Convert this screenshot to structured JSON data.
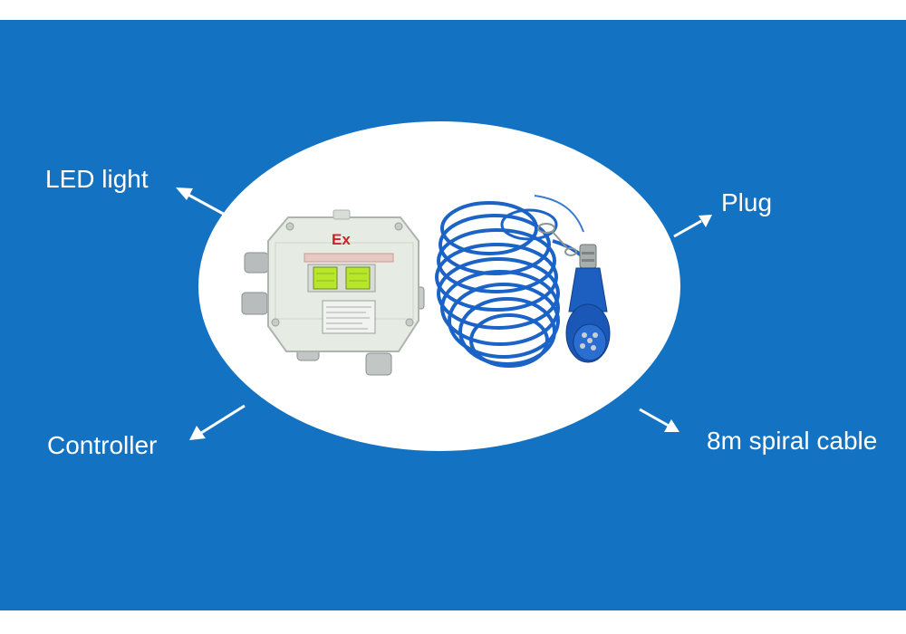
{
  "labels": {
    "led_light": "LED light",
    "plug": "Plug",
    "controller": "Controller",
    "spiral_cable": "8m spiral cable"
  },
  "product": {
    "ex_mark": "Ex"
  },
  "colors": {
    "background": "#1472c2",
    "oval": "#ffffff",
    "enclosure": "#e6ebe4",
    "led_window": "#b7e62a",
    "cable": "#1b63c6",
    "ex_text": "#d4202a"
  }
}
